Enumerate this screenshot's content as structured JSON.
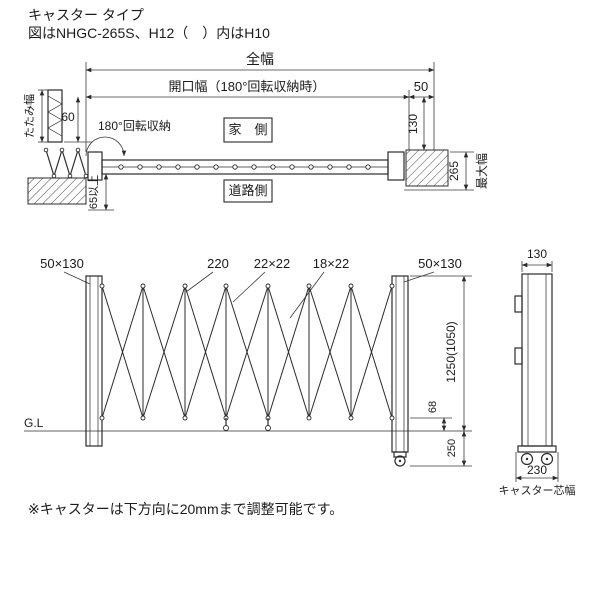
{
  "colors": {
    "line": "#2b2b2b",
    "text": "#1b1b1b",
    "background": "#ffffff"
  },
  "header": {
    "title": "キャスター タイプ",
    "subtitle": "図はNHGC-265S、H12（　）内はH10"
  },
  "plan_view": {
    "total_width": "全幅",
    "opening_width": "開口幅（180°回転収納時）",
    "dim_50": "50",
    "dim_130": "130",
    "dim_265": "265",
    "max_width": "最大幅",
    "folding_width": "たたみ幅",
    "dim_60": "60",
    "rotation_note": "180°回転収納",
    "house_side": "家　側",
    "road_side": "道路側",
    "dim_65_min": "65以上"
  },
  "elevation": {
    "left_post_size": "50×130",
    "pitch_220": "220",
    "member_22x22": "22×22",
    "member_18x22": "18×22",
    "right_post_size": "50×130",
    "ground_line": "G.L",
    "height": "1250(1050)",
    "dim_68": "68",
    "dim_250": "250"
  },
  "side_view": {
    "depth_130": "130",
    "caster_width_230": "230",
    "caster_width_label": "キャスター芯幅"
  },
  "note": "※キャスターは下方向に20mmまで調整可能です。"
}
